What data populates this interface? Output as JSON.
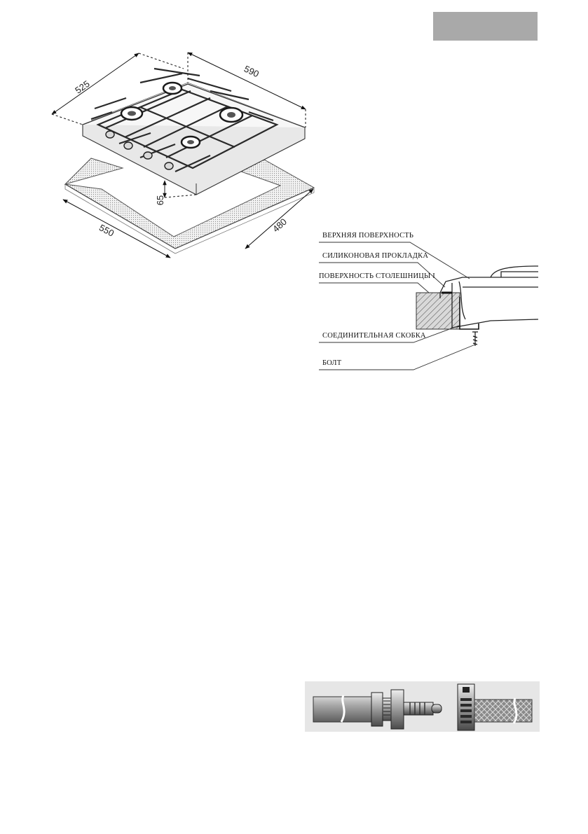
{
  "page_tab": {
    "color": "#a9a9a9"
  },
  "hob_drawing": {
    "dimensions": {
      "depth": "525",
      "width": "590",
      "height": "65",
      "cutout_width": "550",
      "cutout_depth": "480"
    }
  },
  "installation_section": {
    "callouts": {
      "top_surface": "ВЕРХНЯЯ ПОВЕРХНОСТЬ",
      "silicone_gasket": "СИЛИКОНОВАЯ ПРОКЛАДКА",
      "countertop_surface": "ПОВЕРХНОСТЬ СТОЛЕШНИЦЫ I",
      "connecting_bracket": "СОЕДИНИТЕЛЬНАЯ СКОБКА",
      "bolt": "БОЛТ"
    }
  },
  "hose_illustration": {}
}
